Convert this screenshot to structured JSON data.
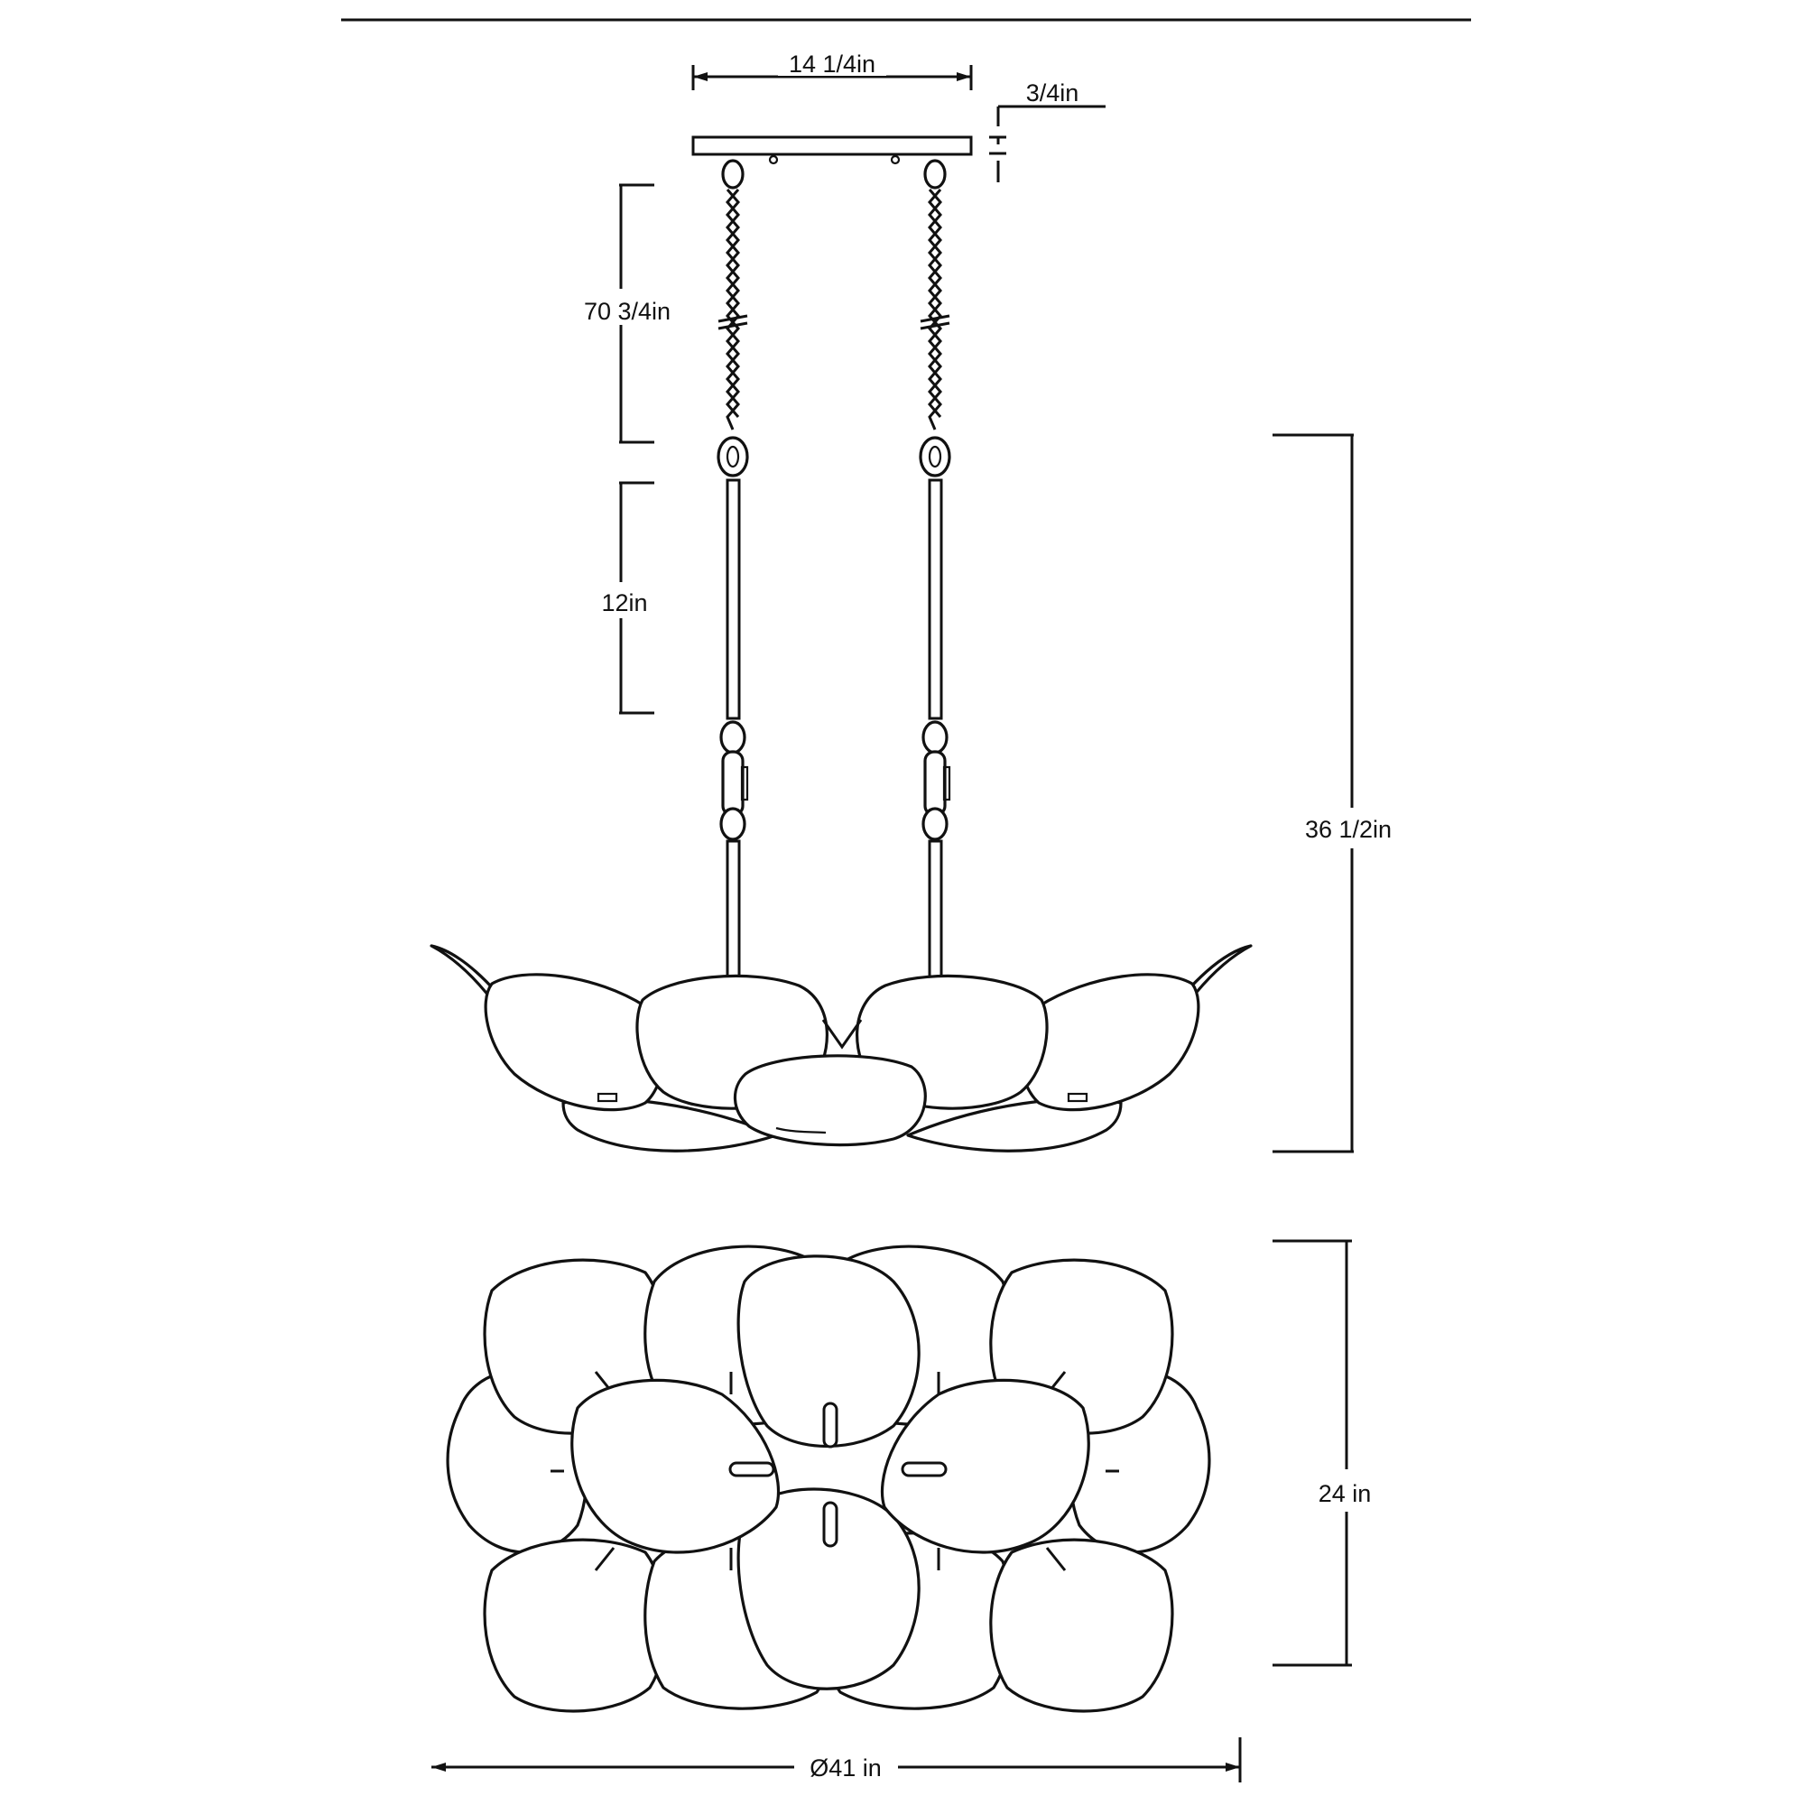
{
  "dimensions": {
    "canopy_width": "14 1/4in",
    "canopy_height": "3/4in",
    "chain_length": "70 3/4in",
    "rod_length": "12in",
    "fixture_height": "36 1/2in",
    "fixture_depth": "24 in",
    "fixture_diameter": "Ø41 in"
  },
  "colors": {
    "line": "#111111",
    "background": "#ffffff"
  },
  "icons": [
    "chain-link-icon",
    "leaf-disc-icon"
  ]
}
